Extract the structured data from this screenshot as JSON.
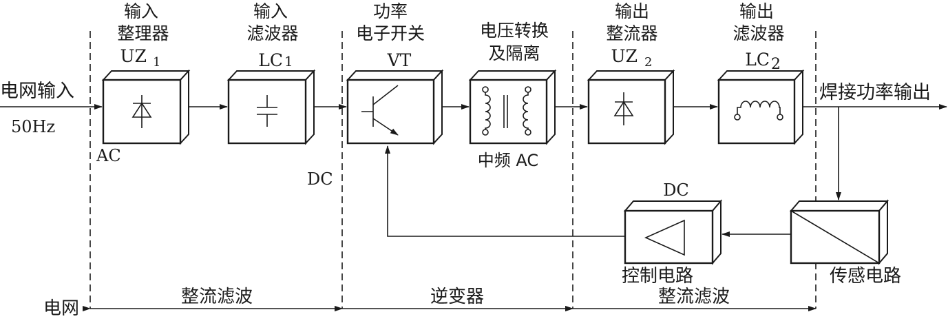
{
  "input": {
    "label": "电网输入",
    "freq": "50Hz"
  },
  "output_label": "焊接功率输出",
  "grid_label": "电网",
  "blocks": {
    "uz1": {
      "name_line1": "输入",
      "name_line2": "整理器",
      "sym": "UZ",
      "sub": "1"
    },
    "lc1": {
      "name_line1": "输入",
      "name_line2": "滤波器",
      "sym": "LC",
      "sub": "1"
    },
    "vt": {
      "name_line1": "功率",
      "name_line2": "电子开关",
      "sym": "VT"
    },
    "tf": {
      "name_line1": "电压转换",
      "name_line2": "及隔离",
      "below": "中频 AC"
    },
    "uz2": {
      "name_line1": "输出",
      "name_line2": "整流器",
      "sym": "UZ",
      "sub": "2"
    },
    "lc2": {
      "name_line1": "输出",
      "name_line2": "滤波器",
      "sym": "LC",
      "sub": "2"
    },
    "ctrl": {
      "label": "控制电路",
      "top": "DC"
    },
    "sensor": {
      "label": "传感电路"
    }
  },
  "signals": {
    "ac": "AC",
    "dc": "DC"
  },
  "sections": {
    "s1": "整流滤波",
    "s2": "逆变器",
    "s3": "整流滤波"
  }
}
